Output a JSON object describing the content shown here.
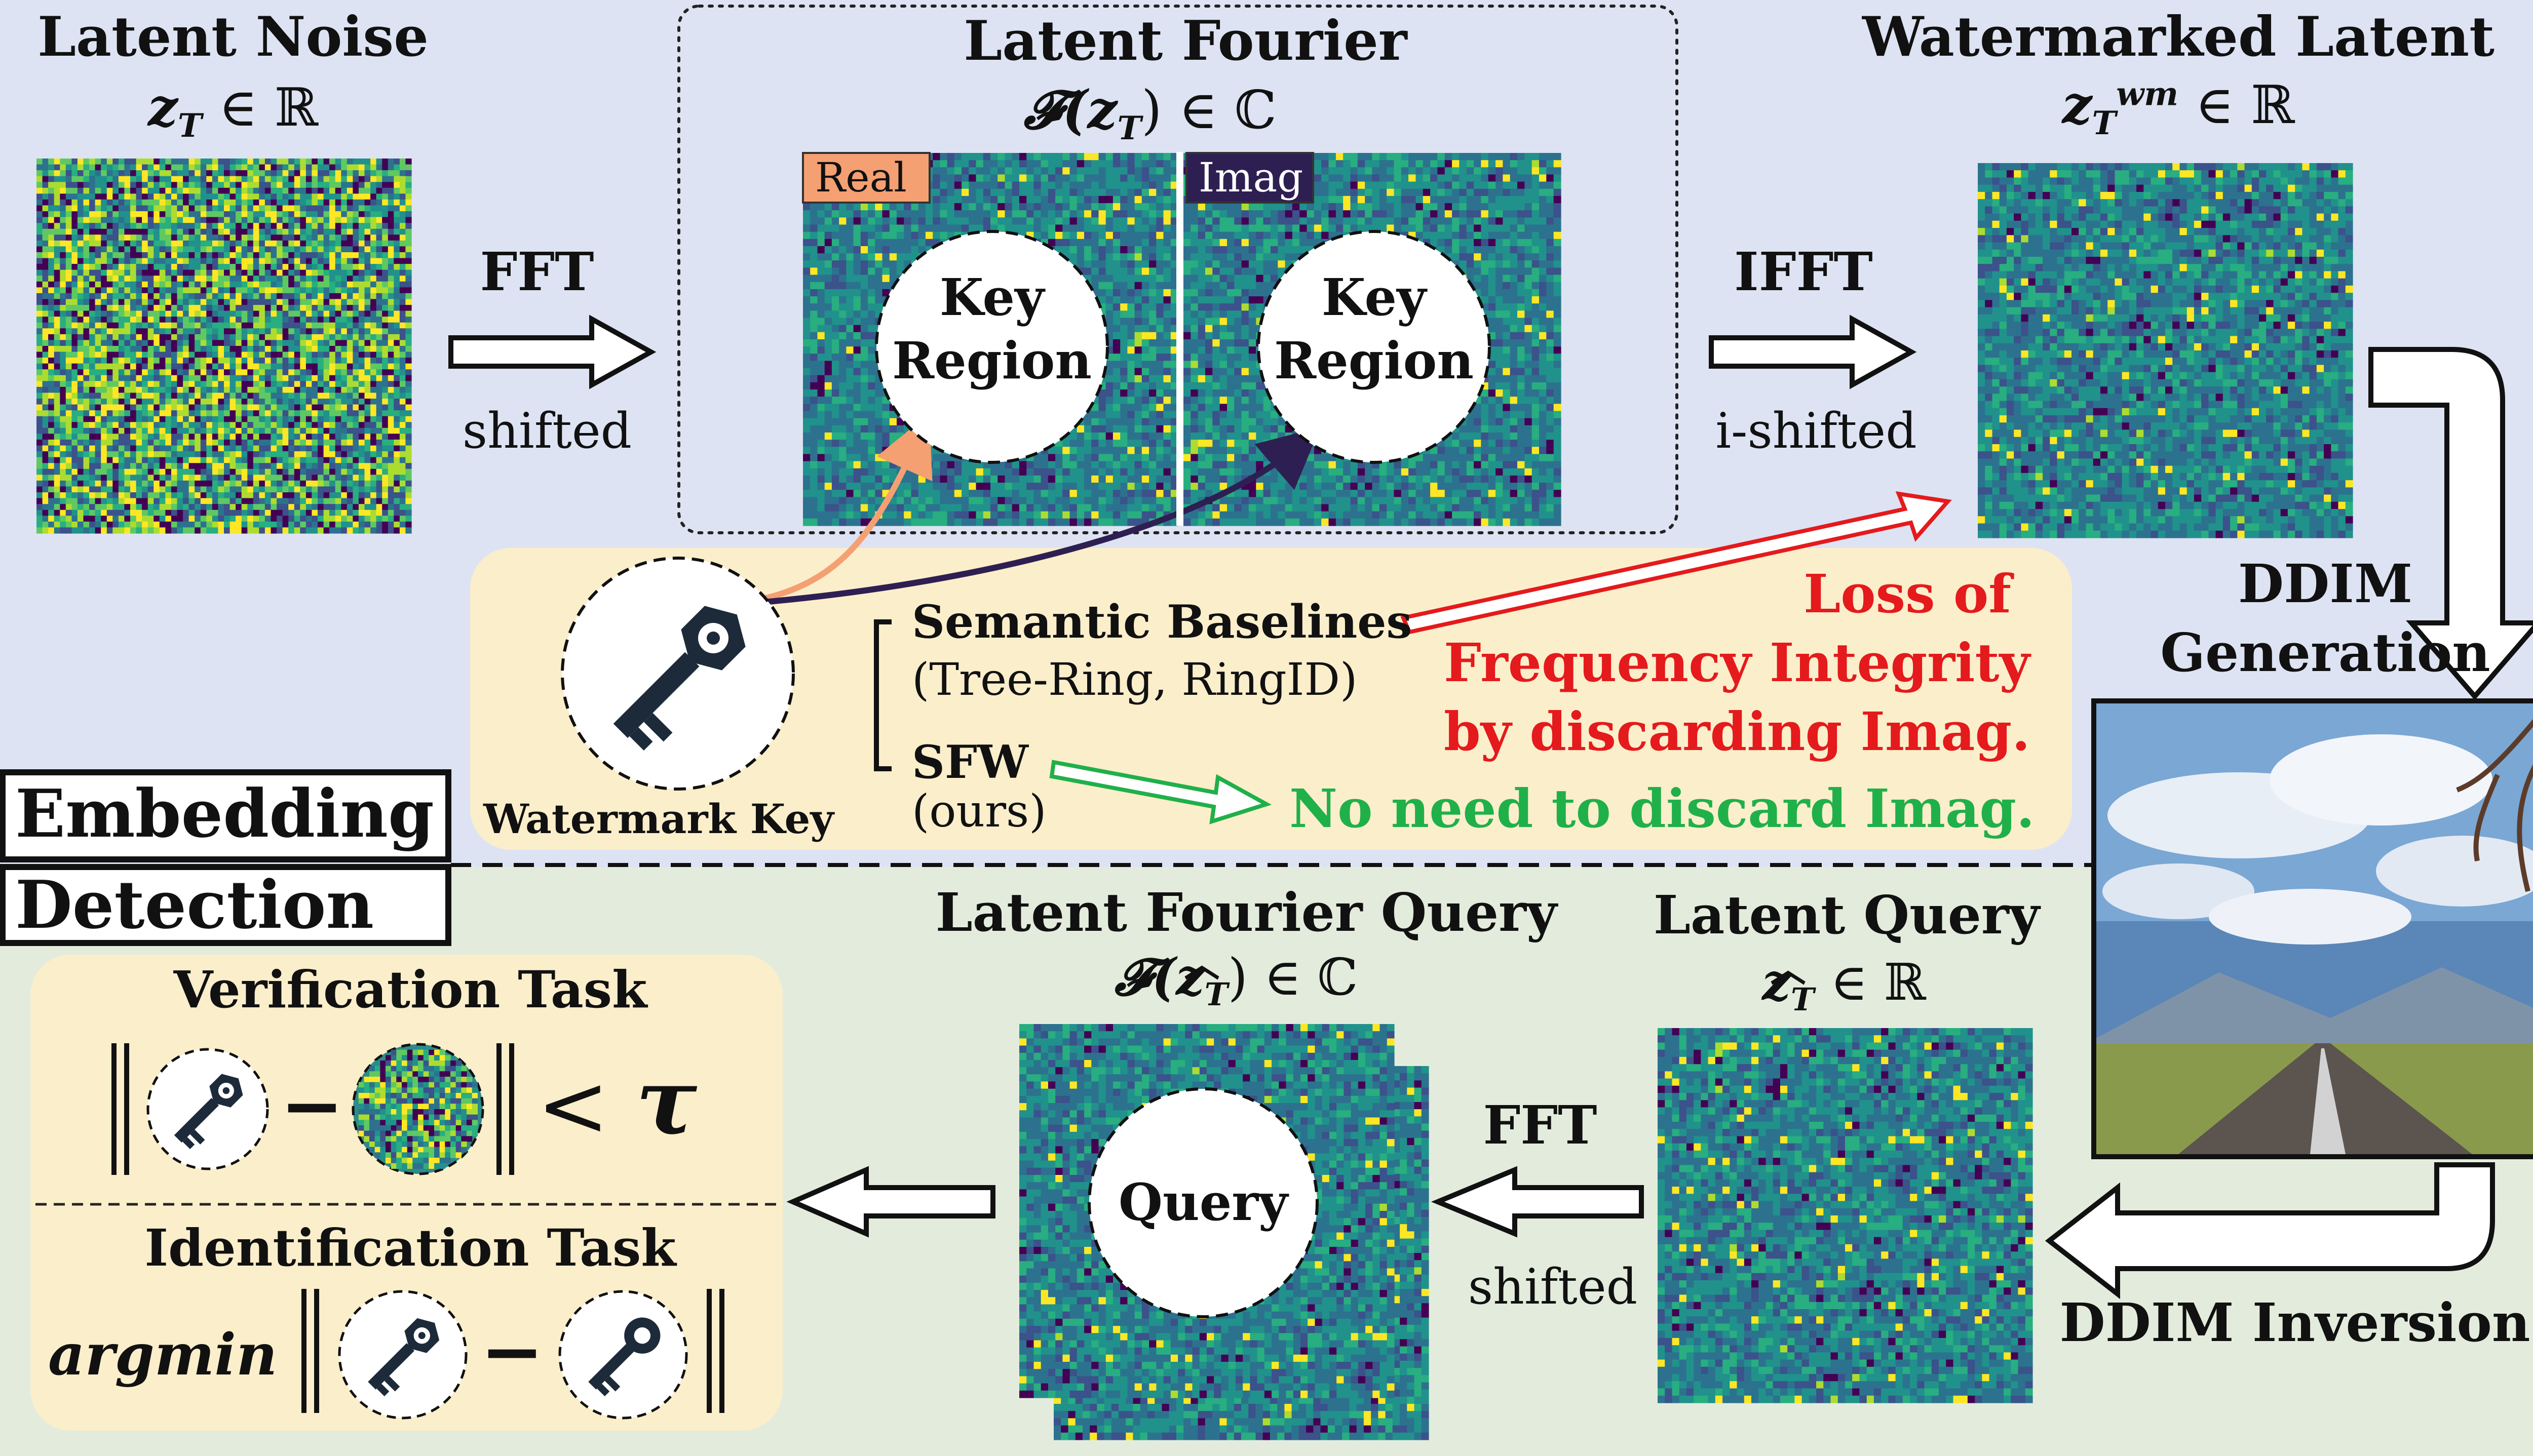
{
  "colors": {
    "top_bg": "#dde3f2",
    "bottom_bg": "#e3ecdc",
    "panel_bg": "#fbeecb",
    "real_tag": "#f4a072",
    "imag_tag": "#2e1f52",
    "red": "#e41a1c",
    "green": "#20b04a",
    "noise_dark": "#3b1f5e",
    "noise_mid": "#2e8b8a",
    "noise_light": "#c8e020"
  },
  "embedding": {
    "latent_noise": {
      "title": "Latent Noise",
      "formula_var": "z",
      "formula_sub": "T",
      "formula_rest": " ∈ ℝ"
    },
    "fft_arrow": {
      "label": "FFT",
      "sub": "shifted"
    },
    "latent_fourier": {
      "title": "Latent Fourier",
      "formula": "𝓕(z",
      "formula_sub": "T",
      "formula_rest": ") ∈ ℂ",
      "real_tag": "Real",
      "imag_tag": "Imag",
      "key_region_line1": "Key",
      "key_region_line2": "Region"
    },
    "ifft_arrow": {
      "label": "IFFT",
      "sub": "i-shifted"
    },
    "watermarked": {
      "title": "Watermarked Latent",
      "formula_var": "z",
      "formula_sub": "T",
      "formula_sup": "wm",
      "formula_rest": " ∈ ℝ"
    },
    "ddim_generation": {
      "line1": "DDIM",
      "line2": "Generation"
    },
    "key_panel": {
      "key_label": "Watermark Key",
      "semantic_title": "Semantic Baselines",
      "semantic_sub": "(Tree-Ring, RingID)",
      "sfw_title": "SFW",
      "sfw_sub": "(ours)",
      "loss_line1": "Loss of",
      "loss_line2": "Frequency Integrity",
      "loss_line3": "by discarding Imag.",
      "no_need": "No need to discard Imag."
    },
    "section_label": "Embedding"
  },
  "detection": {
    "section_label": "Detection",
    "ddim_inversion": "DDIM Inversion",
    "latent_query": {
      "title": "Latent Query",
      "formula_var": "z",
      "formula_sub": "T",
      "formula_rest": " ∈ ℝ"
    },
    "fft_arrow": {
      "label": "FFT",
      "sub": "shifted"
    },
    "fourier_query": {
      "title": "Latent Fourier Query",
      "formula": "𝓕(",
      "formula_var": "z",
      "formula_sub": "T",
      "formula_rest": ") ∈ ℂ",
      "query_label": "Query"
    },
    "verification": {
      "title": "Verification Task",
      "op": "−",
      "lt": "<",
      "tau": "τ"
    },
    "identification": {
      "title": "Identification Task",
      "argmin": "argmin",
      "op": "−"
    }
  }
}
